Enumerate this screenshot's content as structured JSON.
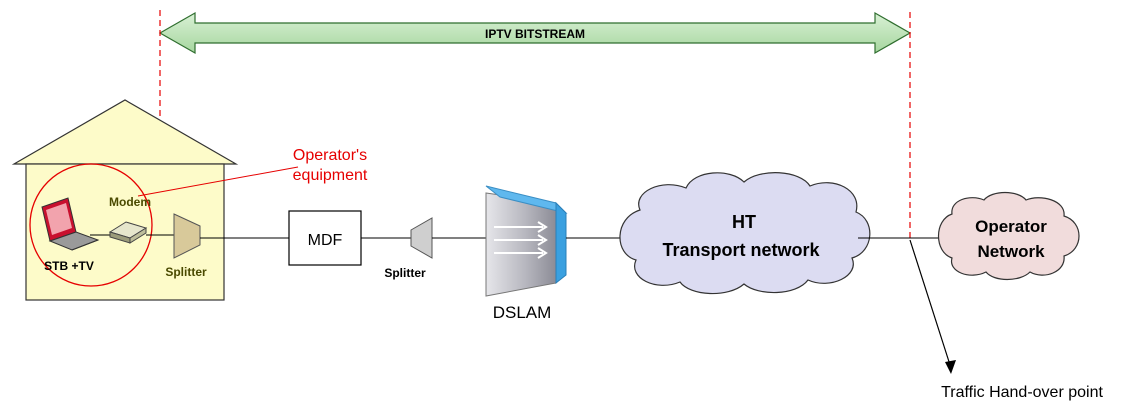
{
  "bitstream": {
    "label": "IPTV BITSTREAM"
  },
  "operator_equipment": {
    "line1": "Operator's",
    "line2": "equipment"
  },
  "house": {
    "stb_tv_label": "STB +TV",
    "modem_label": "Modem",
    "splitter_label": "Splitter"
  },
  "mdf": {
    "label": "MDF"
  },
  "splitter2": {
    "label": "Splitter"
  },
  "dslam": {
    "label": "DSLAM"
  },
  "ht_cloud": {
    "line1": "HT",
    "line2": "Transport network"
  },
  "operator_cloud": {
    "line1": "Operator",
    "line2": "Network"
  },
  "handover": {
    "label": "Traffic Hand-over point"
  },
  "colors": {
    "arrow_fill": "#b9e3b4",
    "arrow_stroke": "#2f6e2f",
    "dashed_red": "#e60000",
    "house_fill": "#fdfbc9",
    "ht_cloud_fill": "#dcdcf2",
    "operator_cloud_fill": "#f1dcdc",
    "dslam_blue": "#4aa9e6"
  }
}
